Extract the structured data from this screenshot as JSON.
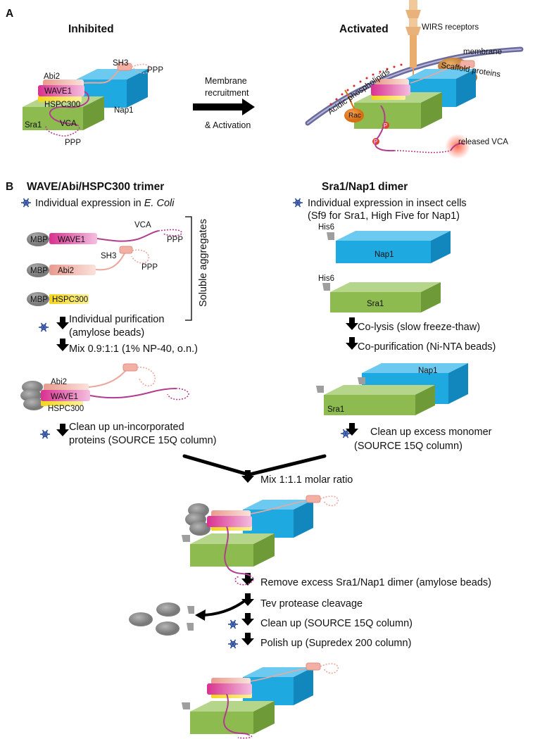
{
  "panel_a": {
    "letter": "A",
    "inhibited_title": "Inhibited",
    "activated_title": "Activated",
    "labels": {
      "sh3": "SH3",
      "ppp": "PPP",
      "abi2": "Abi2",
      "wave1": "WAVE1",
      "hspc300": "HSPC300",
      "nap1": "Nap1",
      "sra1": "Sra1",
      "vca": "VCA"
    },
    "arrow_line1": "Membrane",
    "arrow_line2": "recruitment",
    "arrow_line3": "& Activation",
    "wirs": "WIRS receptors",
    "membrane": "membrane",
    "acidic": "Acidic phospholipids",
    "scaffold": "Scaffold proteins",
    "rac": "Rac",
    "p": "P",
    "released_vca": "released VCA"
  },
  "panel_b": {
    "letter": "B",
    "left_title": "WAVE/Abi/HSPC300 trimer",
    "left_expr_prefix": "Individual expression in ",
    "left_expr_italic": "E. Coli",
    "mbp": "MBP",
    "soluble": "Soluble aggregates",
    "purif1": "Individual purification",
    "purif2": "(amylose beads)",
    "mix": "Mix 0.9:1:1 (1% NP-40, o.n.)",
    "cleanup1": "Clean up un-incorporated",
    "cleanup2": "proteins (SOURCE 15Q column)",
    "right_title": "Sra1/Nap1 dimer",
    "right_expr1": "Individual expression in insect cells",
    "right_expr2": "(Sf9 for Sra1, High Five for Nap1)",
    "his6": "His6",
    "colysis": "Co-lysis (slow freeze-thaw)",
    "copurif": "Co-purification (Ni-NTA beads)",
    "monomer1": "Clean up excess monomer",
    "monomer2": "(SOURCE 15Q column)",
    "mix2": "Mix 1:1.1 molar ratio",
    "remove": "Remove excess Sra1/Nap1 dimer (amylose beads)",
    "tev": "Tev protease cleavage",
    "clean3": "Clean up (SOURCE 15Q column)",
    "polish": "Polish up (Supredex 200 column)"
  },
  "colors": {
    "nap1_blue": "#1fa9e1",
    "sra1_green": "#8dbb4f",
    "wave_magenta": "#d8318f",
    "abi_pink": "#f2b0a4",
    "hspc_yellow": "#f4e03a",
    "mbp_gray": "#8e8e8e",
    "membrane_purple": "#6a6a9e",
    "snowflake_blue": "#2e4f9e"
  }
}
